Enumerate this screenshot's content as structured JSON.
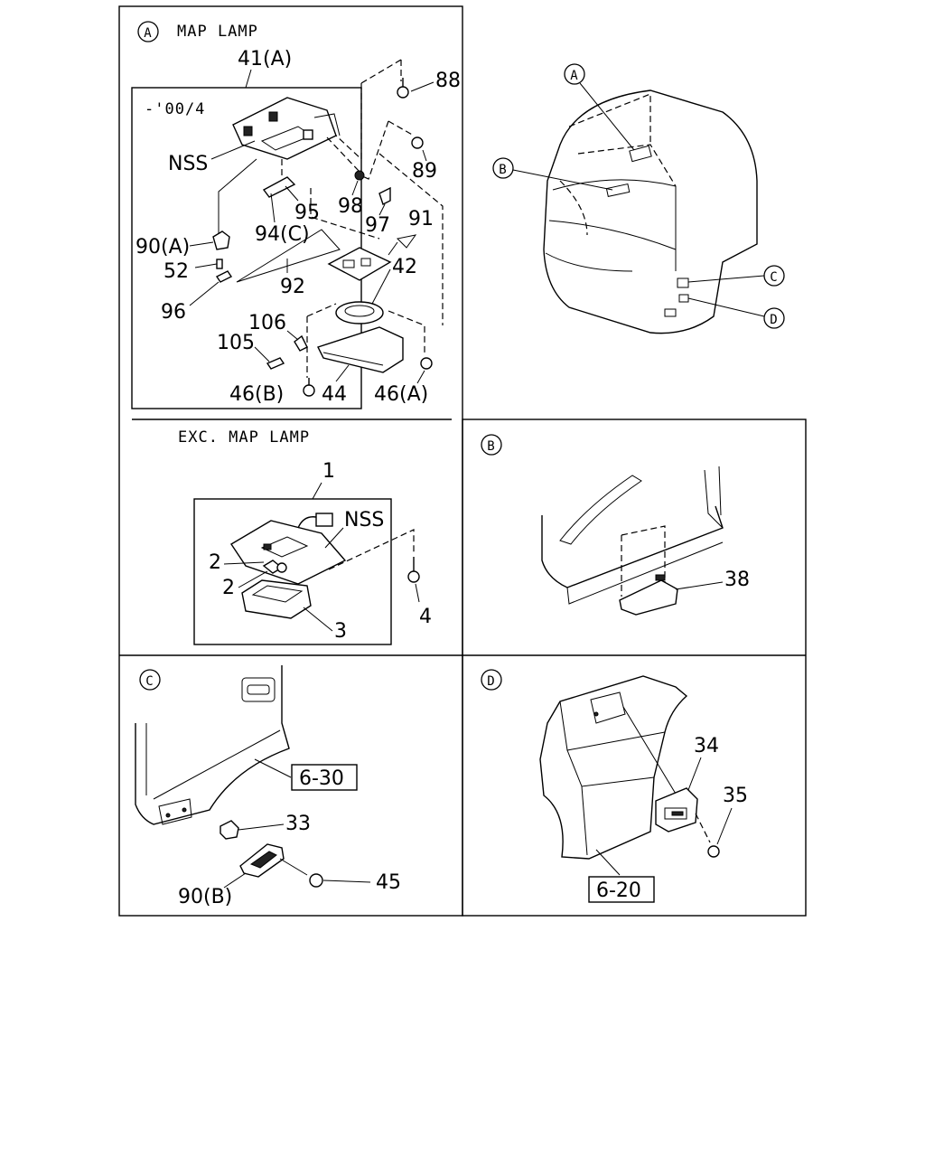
{
  "sections": {
    "map_lamp": {
      "marker": "A",
      "title": "MAP LAMP"
    },
    "exc_map_lamp": {
      "title": "EXC. MAP LAMP"
    },
    "section_b": {
      "marker": "B"
    },
    "section_c": {
      "marker": "C"
    },
    "section_d": {
      "marker": "D"
    },
    "cab": {
      "markers": [
        "A",
        "B",
        "C",
        "D"
      ]
    }
  },
  "labels": {
    "p41a": "41(A)",
    "range": "-'00/4",
    "nss1": "NSS",
    "p88": "88",
    "p89": "89",
    "p98": "98",
    "p95": "95",
    "p97": "97",
    "p91": "91",
    "p90a": "90(A)",
    "p94c": "94(C)",
    "p52": "52",
    "p42": "42",
    "p92": "92",
    "p96": "96",
    "p106": "106",
    "p105": "105",
    "p46b": "46(B)",
    "p44": "44",
    "p46a": "46(A)",
    "p1": "1",
    "nss2": "NSS",
    "p2a": "2",
    "p2b": "2",
    "p4": "4",
    "p3": "3",
    "p38": "38",
    "ref630": "6-30",
    "p33": "33",
    "p45": "45",
    "p90b": "90(B)",
    "p34": "34",
    "p35": "35",
    "ref620": "6-20"
  }
}
